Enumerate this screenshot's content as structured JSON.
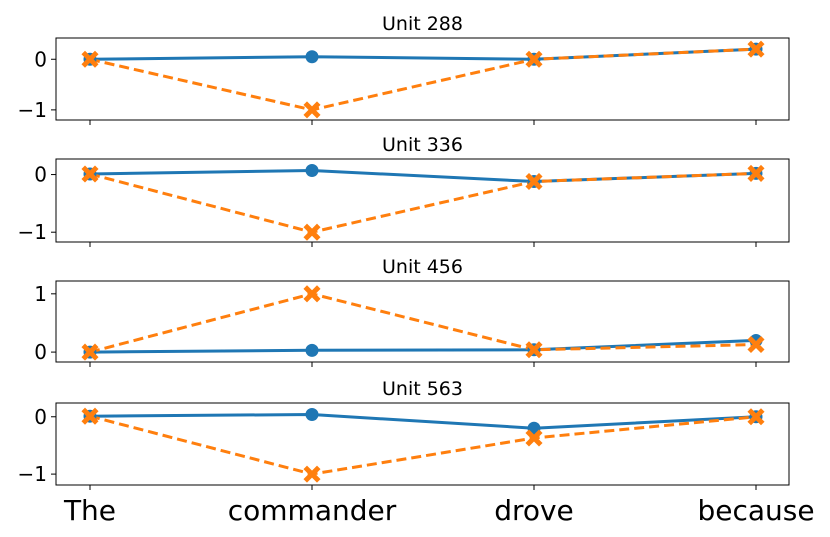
{
  "chart_data": [
    {
      "type": "line",
      "title": "Unit 288",
      "categories": [
        "The",
        "commander",
        "drove",
        "because"
      ],
      "ylim": [
        -1.2,
        0.42
      ],
      "yticks": [
        0,
        -1
      ],
      "ytick_labels": [
        "0",
        "−1"
      ],
      "show_xticklabels": false,
      "series": [
        {
          "values": [
            0.0,
            0.05,
            0.0,
            0.2
          ],
          "color": "#1f77b4",
          "style": "solid",
          "marker": "circle"
        },
        {
          "values": [
            0.0,
            -1.0,
            0.0,
            0.2
          ],
          "color": "#ff7f0e",
          "style": "dashed",
          "marker": "x"
        }
      ]
    },
    {
      "type": "line",
      "title": "Unit 336",
      "categories": [
        "The",
        "commander",
        "drove",
        "because"
      ],
      "ylim": [
        -1.17,
        0.27
      ],
      "yticks": [
        0,
        -1
      ],
      "ytick_labels": [
        "0",
        "−1"
      ],
      "show_xticklabels": false,
      "series": [
        {
          "values": [
            0.01,
            0.07,
            -0.12,
            0.02
          ],
          "color": "#1f77b4",
          "style": "solid",
          "marker": "circle"
        },
        {
          "values": [
            0.01,
            -1.0,
            -0.12,
            0.02
          ],
          "color": "#ff7f0e",
          "style": "dashed",
          "marker": "x"
        }
      ]
    },
    {
      "type": "line",
      "title": "Unit 456",
      "categories": [
        "The",
        "commander",
        "drove",
        "because"
      ],
      "ylim": [
        -0.17,
        1.22
      ],
      "yticks": [
        1,
        0
      ],
      "ytick_labels": [
        "1",
        "0"
      ],
      "show_xticklabels": false,
      "series": [
        {
          "values": [
            0.0,
            0.03,
            0.04,
            0.2
          ],
          "color": "#1f77b4",
          "style": "solid",
          "marker": "circle"
        },
        {
          "values": [
            0.0,
            1.0,
            0.04,
            0.13
          ],
          "color": "#ff7f0e",
          "style": "dashed",
          "marker": "x"
        }
      ]
    },
    {
      "type": "line",
      "title": "Unit 563",
      "categories": [
        "The",
        "commander",
        "drove",
        "because"
      ],
      "ylim": [
        -1.19,
        0.24
      ],
      "yticks": [
        0,
        -1
      ],
      "ytick_labels": [
        "0",
        "−1"
      ],
      "show_xticklabels": true,
      "series": [
        {
          "values": [
            0.01,
            0.04,
            -0.2,
            0.0
          ],
          "color": "#1f77b4",
          "style": "solid",
          "marker": "circle"
        },
        {
          "values": [
            0.01,
            -1.0,
            -0.37,
            0.0
          ],
          "color": "#ff7f0e",
          "style": "dashed",
          "marker": "x"
        }
      ]
    }
  ]
}
